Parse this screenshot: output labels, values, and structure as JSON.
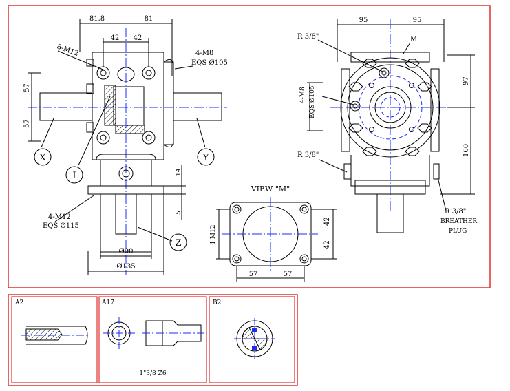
{
  "colors": {
    "frame": "#e03030",
    "line": "#000000",
    "center": "#1a2cff",
    "hatch": "#000000"
  },
  "main_drawing": {
    "dims_top_left": [
      "81.8",
      "81",
      "42",
      "42"
    ],
    "label_8m12": "8-M12",
    "label_4m8_a": "4-M8",
    "label_eqs105_a": "EQS Ø105",
    "dim_57_upper": "57",
    "dim_57_lower": "57",
    "callout_x": "X",
    "callout_y": "Y",
    "callout_i": "I",
    "callout_z": "Z",
    "dim_14": "14",
    "dim_5": "5",
    "label_4m12": "4-M12",
    "label_eqs115": "EQS Ø115",
    "dim_90": "Ø90",
    "dim_135": "Ø135",
    "view_title": "VIEW \"M\"",
    "view_4m12": "4-M12",
    "view_42_top": "42",
    "view_42_bottom": "42",
    "view_57_left": "57",
    "view_57_right": "57",
    "dims_side_top": [
      "95",
      "95"
    ],
    "label_m": "M",
    "label_r38_top": "R 3/8\"",
    "label_4m8_b": "4-M8",
    "label_eqs105_b": "EQS Ø105",
    "dim_97": "97",
    "dim_160": "160",
    "label_r38_mid": "R 3/8\"",
    "label_r38_breather": "R 3/8\"",
    "label_breather": "BREATHER",
    "label_plug": "PLUG"
  },
  "panels": [
    {
      "tag": "A2",
      "caption": ""
    },
    {
      "tag": "A17",
      "caption": "1\"3/8 Z6"
    },
    {
      "tag": "B2",
      "caption": ""
    }
  ]
}
